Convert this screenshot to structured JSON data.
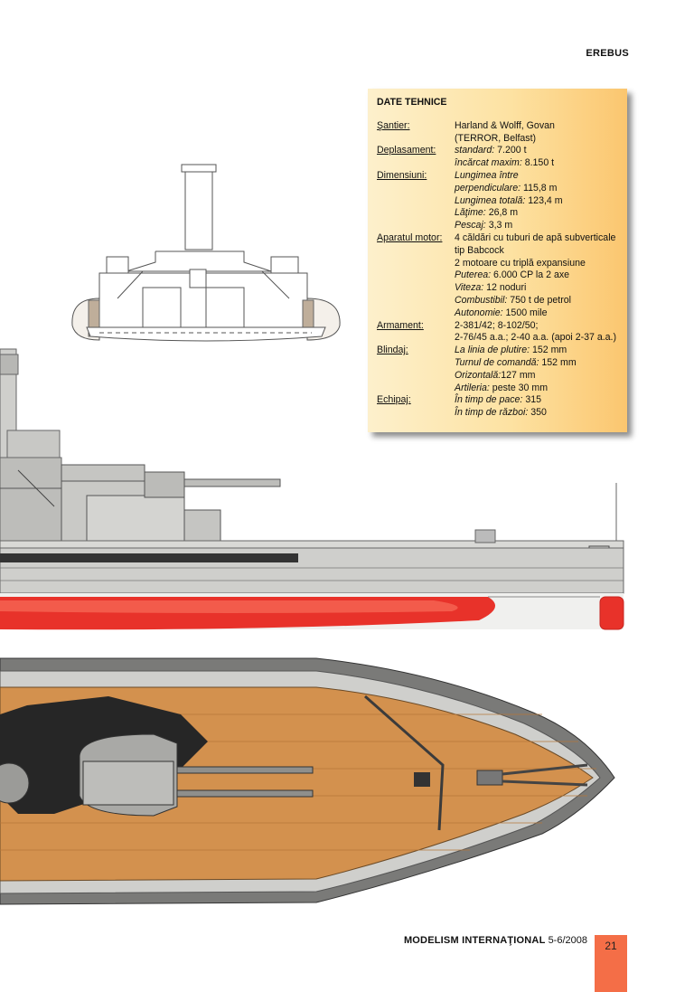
{
  "header": {
    "title": "EREBUS"
  },
  "specs": {
    "title": "DATE TEHNICE",
    "rows": [
      {
        "label": "Şantier:",
        "lines": [
          {
            "plain": "Harland & Wolff, Govan"
          },
          {
            "plain": "(TERROR, Belfast)"
          }
        ]
      },
      {
        "label": "Deplasament:",
        "lines": [
          {
            "it": "standard:",
            "plain": " 7.200 t"
          },
          {
            "it": "încărcat maxim:",
            "plain": " 8.150 t"
          }
        ]
      },
      {
        "label": "Dimensiuni:",
        "lines": [
          {
            "it": "Lungimea între"
          },
          {
            "it": "perpendiculare:",
            "plain": " 115,8 m"
          },
          {
            "it": "Lungimea totală:",
            "plain": " 123,4 m"
          },
          {
            "it": "Lăţime:",
            "plain": " 26,8 m"
          },
          {
            "it": "Pescaj:",
            "plain": " 3,3 m"
          }
        ]
      },
      {
        "label": "Aparatul motor:",
        "lines": [
          {
            "plain": "4 căldări cu tuburi de apă subverticale"
          },
          {
            "plain": "tip Babcock"
          },
          {
            "plain": "2 motoare cu triplă expansiune"
          },
          {
            "it": "Puterea:",
            "plain": " 6.000 CP la 2 axe"
          },
          {
            "it": "Viteza:",
            "plain": " 12 noduri"
          },
          {
            "it": "Combustibil:",
            "plain": " 750 t de petrol"
          },
          {
            "it": "Autonomie:",
            "plain": " 1500 mile"
          }
        ]
      },
      {
        "label": "Armament:",
        "lines": [
          {
            "plain": "2-381/42; 8-102/50;"
          },
          {
            "plain": "2-76/45 a.a.; 2-40 a.a. (apoi 2-37 a.a.)"
          }
        ]
      },
      {
        "label": "Blindaj:",
        "lines": [
          {
            "it": "La linia de plutire:",
            "plain": " 152 mm"
          },
          {
            "it": "Turnul de comandă:",
            "plain": " 152 mm"
          },
          {
            "it": "Orizontală:",
            "plain": "127 mm"
          },
          {
            "it": "Artileria:",
            "plain": " peste 30 mm"
          }
        ]
      },
      {
        "label": "Echipaj:",
        "lines": [
          {
            "it": "În timp de pace:",
            "plain": " 315"
          },
          {
            "it": "În timp de război:",
            "plain": " 350"
          }
        ]
      }
    ]
  },
  "footer": {
    "magazine": "MODELISM INTERNAŢIONAL",
    "issue": "5-6/2008",
    "page": "21"
  },
  "colors": {
    "hull_red": "#e8322a",
    "hull_gray": "#cfcfcc",
    "deck_wood": "#d3914e",
    "spec_box": "#fde2a2",
    "page_tab": "#f46e47"
  }
}
